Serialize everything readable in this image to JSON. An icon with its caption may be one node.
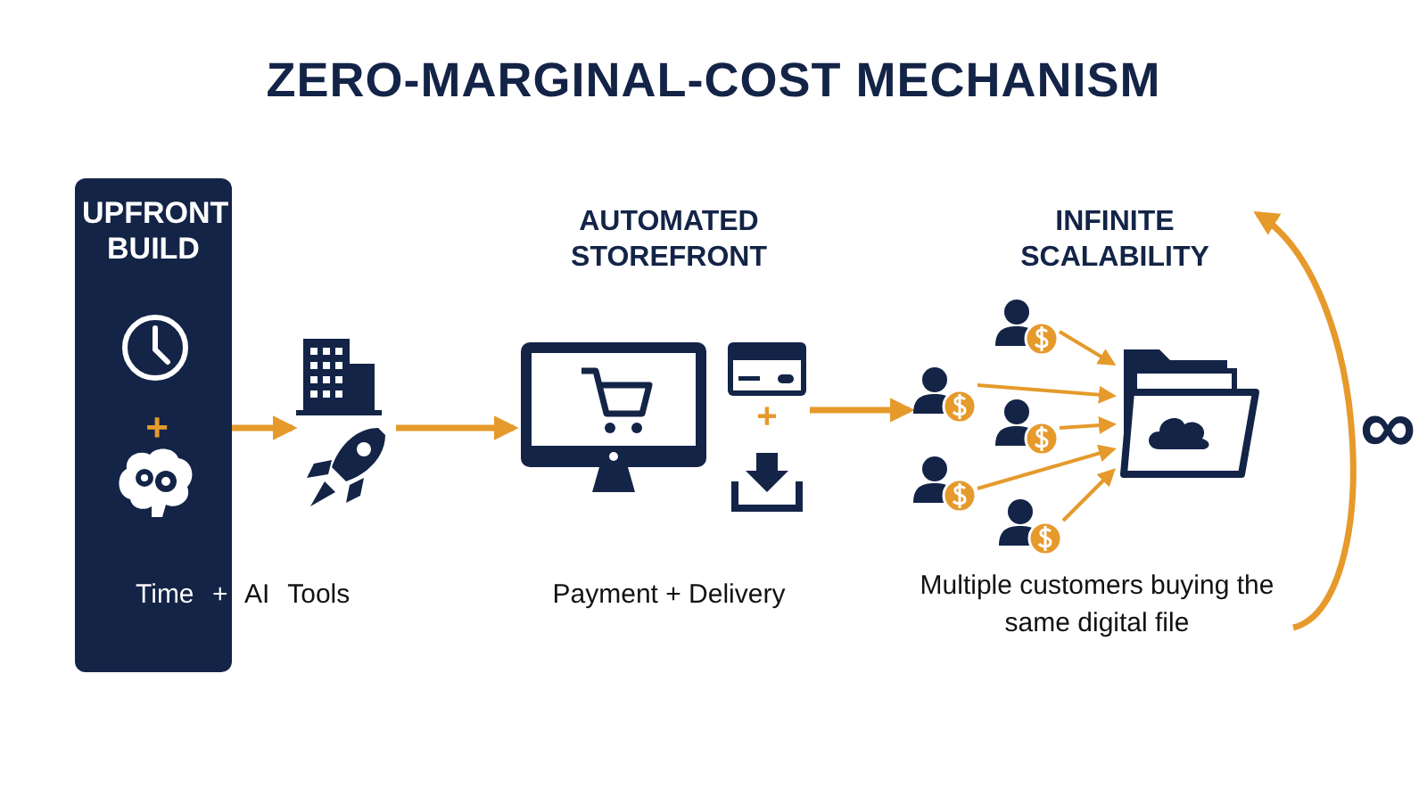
{
  "diagram": {
    "title": "ZERO-MARGINAL-COST MECHANISM",
    "nodes": [
      {
        "text": [
          "UPFRONT BUILD"
        ]
      },
      {
        "text": [],
        "shape": "rocket"
      },
      {
        "text": [],
        "shape": "monitor"
      },
      {
        "text": [],
        "shape": "person"
      },
      {
        "text": [],
        "shape": "person"
      },
      {
        "text": [],
        "shape": "person"
      },
      {
        "text": [],
        "shape": "person"
      },
      {
        "text": [],
        "shape": "person"
      },
      {
        "text": [],
        "shape": "folder"
      },
      {
        "text": [
          "Multiple customers buying the same digital file"
        ]
      }
    ],
    "edges": [
      {
        "from": 0,
        "to": 1,
        "arrow": "to"
      },
      {
        "from": 1,
        "to": 2,
        "arrow": "to"
      },
      {
        "from": 2,
        "to": 4,
        "arrow": "to"
      },
      {
        "from": 3,
        "to": 8,
        "arrow": "to"
      },
      {
        "from": 4,
        "to": 8,
        "arrow": "to"
      },
      {
        "from": 5,
        "to": 8,
        "arrow": "to"
      },
      {
        "from": 6,
        "to": 8,
        "arrow": "to"
      },
      {
        "from": 7,
        "to": 8,
        "arrow": "to"
      },
      {
        "from": 9,
        "to": null,
        "arrow": "to"
      }
    ],
    "labels": [
      "+",
      "Time + AI Tools",
      "AUTOMATED STOREFRONT",
      "+",
      "Payment + Delivery",
      "INFINITE SCALABILITY",
      "∞"
    ]
  }
}
